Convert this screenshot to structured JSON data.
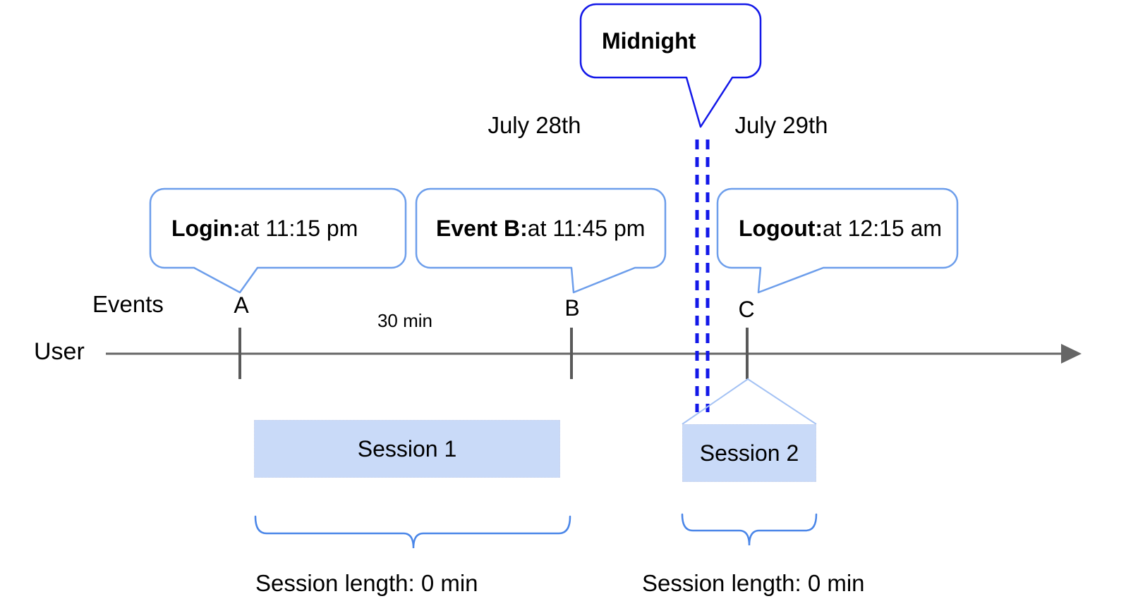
{
  "colors": {
    "strong_blue": "#1318e8",
    "callout_border_blue": "#6d9eeb",
    "brace_blue": "#4a86e8",
    "roof_light_blue": "#a4c2f4",
    "session_fill": "#c9daf8",
    "timeline_gray": "#666666",
    "tick_gray": "#595959",
    "text": "#000000"
  },
  "callouts": {
    "midnight": {
      "label": "Midnight"
    },
    "login": {
      "prefix": "Login:",
      "rest": " at 11:15 pm"
    },
    "event_b": {
      "prefix": "Event B:",
      "rest": " at 11:45 pm"
    },
    "logout": {
      "prefix": "Logout:",
      "rest": " at 12:15 am"
    }
  },
  "dates": {
    "left": "July 28th",
    "right": "July 29th"
  },
  "timeline": {
    "row_label": "Events",
    "axis_label": "User",
    "markers": [
      "A",
      "B",
      "C"
    ],
    "interval_label": "30 min"
  },
  "sessions": [
    {
      "label": "Session 1",
      "length_label": "Session length: 0 min"
    },
    {
      "label": "Session 2",
      "length_label": "Session length: 0 min"
    }
  ]
}
